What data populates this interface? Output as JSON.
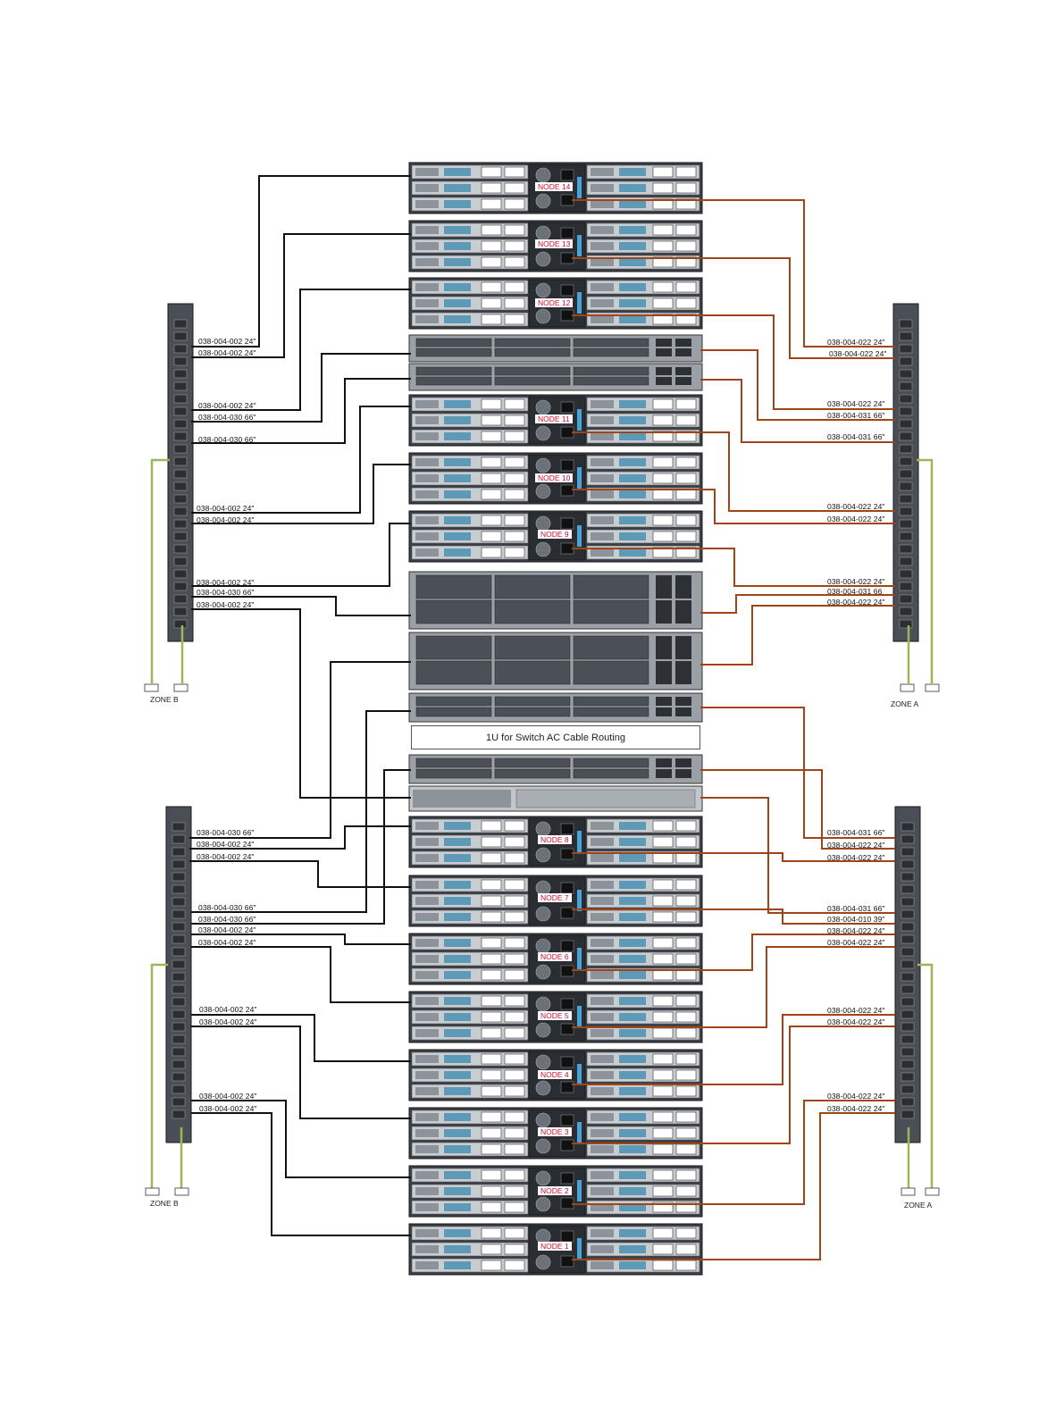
{
  "routing_label": "1U for Switch AC Cable Routing",
  "zones": {
    "upper_left": "ZONE B",
    "upper_right": "ZONE A",
    "lower_left": "ZONE B",
    "lower_right": "ZONE A"
  },
  "nodes": [
    {
      "label": "NODE 14"
    },
    {
      "label": "NODE 13"
    },
    {
      "label": "NODE 12"
    },
    {
      "label": "NODE 11"
    },
    {
      "label": "NODE 10"
    },
    {
      "label": "NODE 9"
    },
    {
      "label": "NODE 8"
    },
    {
      "label": "NODE 7"
    },
    {
      "label": "NODE 6"
    },
    {
      "label": "NODE 5"
    },
    {
      "label": "NODE 4"
    },
    {
      "label": "NODE 3"
    },
    {
      "label": "NODE 2"
    },
    {
      "label": "NODE 1"
    }
  ],
  "cable_labels_left": [
    "038-004-002 24\"",
    "038-004-002 24\"",
    "038-004-002 24\"",
    "038-004-030 66\"",
    "038-004-030 66\"",
    "038-004-002 24\"",
    "038-004-002 24\"",
    "038-004-002 24\"",
    "038-004-030 66\"",
    "038-004-002 24\"",
    "038-004-030 66\"",
    "038-004-002 24\"",
    "038-004-002 24\"",
    "038-004-030 66\"",
    "038-004-030 66\"",
    "038-004-002 24\"",
    "038-004-002 24\"",
    "038-004-002 24\"",
    "038-004-002 24\"",
    "038-004-002 24\"",
    "038-004-002 24\""
  ],
  "cable_labels_right": [
    "038-004-022 24\"",
    "038-004-022 24\"",
    "038-004-022 24\"",
    "038-004-031 66\"",
    "038-004-031 66\"",
    "038-004-022 24\"",
    "038-004-022 24\"",
    "038-004-022 24\"",
    "038-004-031 66",
    "038-004-022 24\"",
    "038-004-031 66\"",
    "038-004-022 24\"",
    "038-004-022 24\"",
    "038-004-031 66\"",
    "038-004-010 39\"",
    "038-004-022 24\"",
    "038-004-022 24\"",
    "038-004-022 24\"",
    "038-004-022 24\"",
    "038-004-022 24\"",
    "038-004-022 24\""
  ]
}
